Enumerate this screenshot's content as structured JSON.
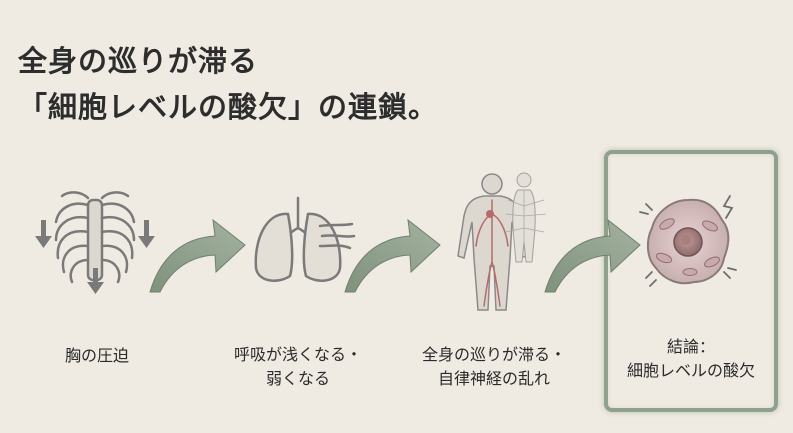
{
  "title": {
    "line1": "全身の巡りが滞る",
    "line2": "「細胞レベルの酸欠」の連鎖。"
  },
  "steps": [
    {
      "label_line1": "胸の圧迫",
      "label_line2": "",
      "icon": "ribcage-icon"
    },
    {
      "label_line1": "呼吸が浅くなる・",
      "label_line2": "弱くなる",
      "icon": "lungs-icon"
    },
    {
      "label_line1": "全身の巡りが滞る・",
      "label_line2": "自律神経の乱れ",
      "icon": "body-circulation-icon"
    },
    {
      "label_line1": "結論：",
      "label_line2": "細胞レベルの酸欠",
      "icon": "cell-icon"
    }
  ],
  "colors": {
    "background": "#efebe3",
    "arrow": "#8fa08c",
    "box_border": "#8fa08c",
    "icon_stroke": "#7a7a7a",
    "vessel_red": "#b86a6a"
  }
}
